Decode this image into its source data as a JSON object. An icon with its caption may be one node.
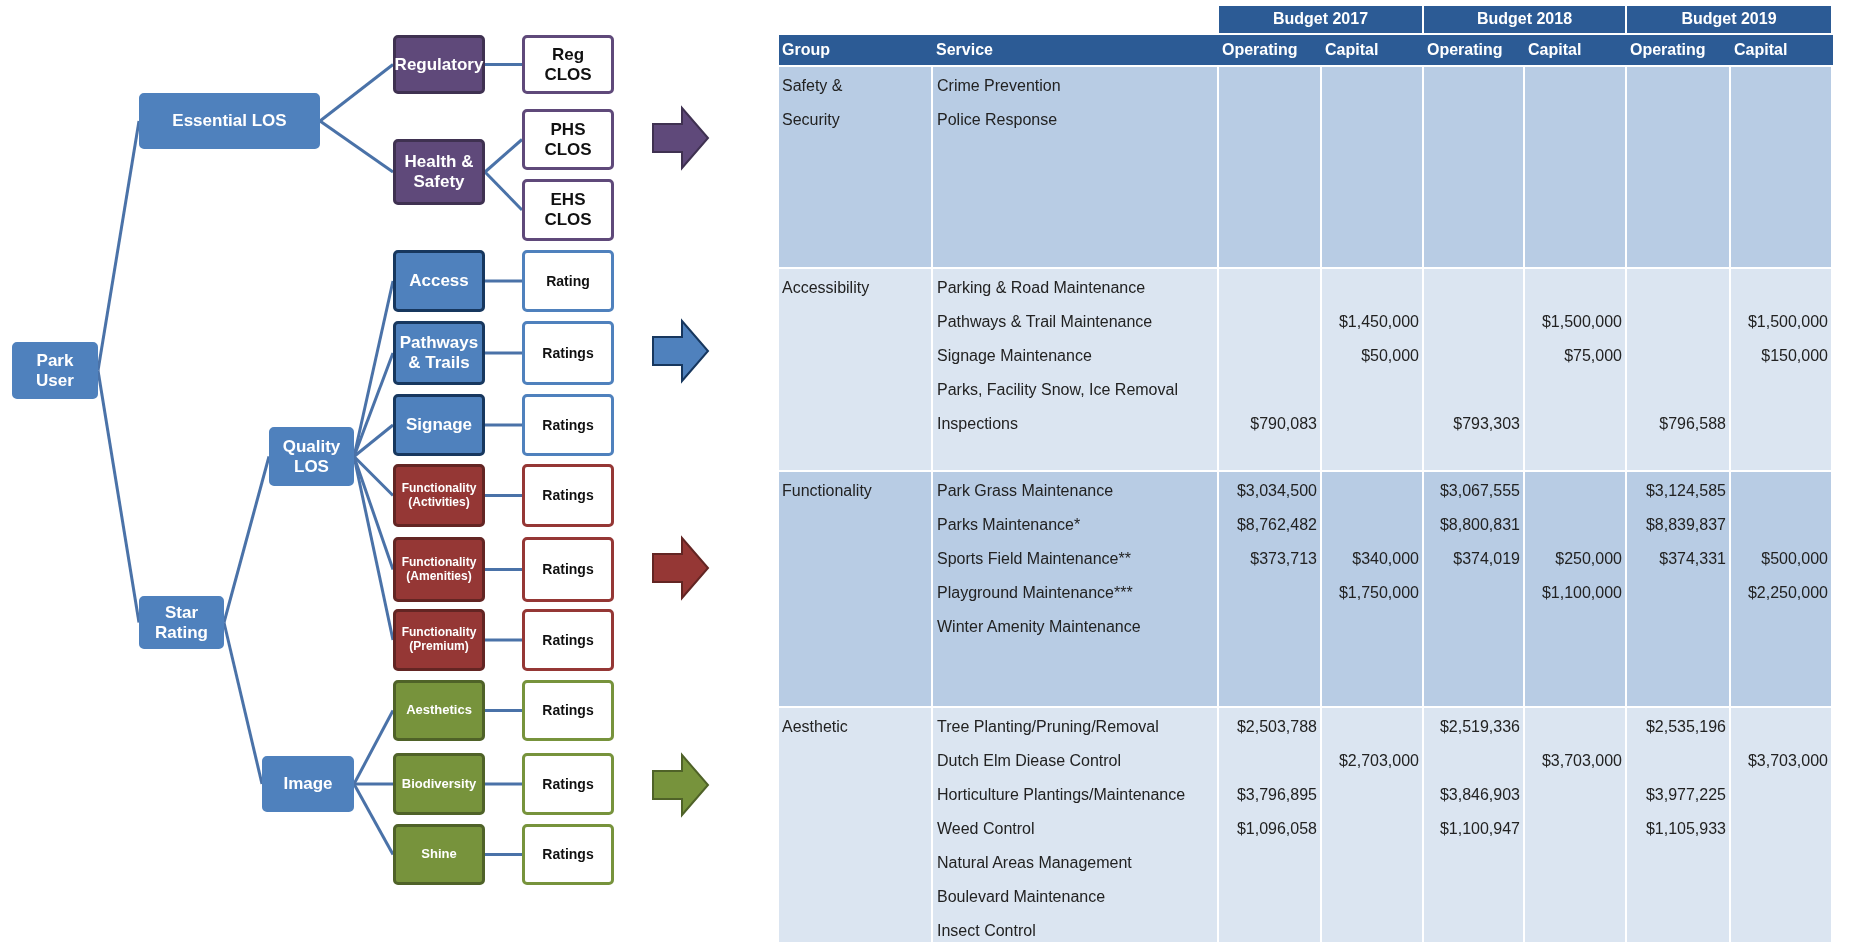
{
  "diagram": {
    "nodes": [
      {
        "text": [
          "Park User"
        ]
      },
      {
        "text": [
          "Essential LOS"
        ]
      },
      {
        "text": [
          "Regulatory"
        ]
      },
      {
        "text": [
          "Reg CLOS"
        ]
      },
      {
        "text": [
          "Health & Safety"
        ]
      },
      {
        "text": [
          "PHS CLOS"
        ]
      },
      {
        "text": [
          "EHS CLOS"
        ]
      },
      {
        "text": [
          "Star Rating"
        ]
      },
      {
        "text": [
          "Quality LOS"
        ]
      },
      {
        "text": [
          "Access"
        ]
      },
      {
        "text": [
          "Rating"
        ]
      },
      {
        "text": [
          "Pathways & Trails"
        ]
      },
      {
        "text": [
          "Ratings"
        ]
      },
      {
        "text": [
          "Signage"
        ]
      },
      {
        "text": [
          "Ratings"
        ]
      },
      {
        "text": [
          "Functionality (Activities)"
        ]
      },
      {
        "text": [
          "Ratings"
        ]
      },
      {
        "text": [
          "Functionality (Amenities)"
        ]
      },
      {
        "text": [
          "Ratings"
        ]
      },
      {
        "text": [
          "Functionality (Premium)"
        ]
      },
      {
        "text": [
          "Ratings"
        ]
      },
      {
        "text": [
          "Image"
        ]
      },
      {
        "text": [
          "Aesthetics"
        ]
      },
      {
        "text": [
          "Ratings"
        ]
      },
      {
        "text": [
          "Biodiversity"
        ]
      },
      {
        "text": [
          "Ratings"
        ]
      },
      {
        "text": [
          "Shine"
        ]
      },
      {
        "text": [
          "Ratings"
        ]
      }
    ],
    "edges": [
      {
        "from": 0,
        "to": 1,
        "arrow": "none"
      },
      {
        "from": 0,
        "to": 7,
        "arrow": "none"
      },
      {
        "from": 1,
        "to": 2,
        "arrow": "none"
      },
      {
        "from": 1,
        "to": 4,
        "arrow": "none"
      },
      {
        "from": 2,
        "to": 3,
        "arrow": "none"
      },
      {
        "from": 4,
        "to": 5,
        "arrow": "none"
      },
      {
        "from": 4,
        "to": 6,
        "arrow": "none"
      },
      {
        "from": 7,
        "to": 8,
        "arrow": "none"
      },
      {
        "from": 7,
        "to": 21,
        "arrow": "none"
      },
      {
        "from": 8,
        "to": 9,
        "arrow": "none"
      },
      {
        "from": 8,
        "to": 11,
        "arrow": "none"
      },
      {
        "from": 8,
        "to": 13,
        "arrow": "none"
      },
      {
        "from": 8,
        "to": 15,
        "arrow": "none"
      },
      {
        "from": 8,
        "to": 17,
        "arrow": "none"
      },
      {
        "from": 8,
        "to": 19,
        "arrow": "none"
      },
      {
        "from": 9,
        "to": 10,
        "arrow": "none"
      },
      {
        "from": 11,
        "to": 12,
        "arrow": "none"
      },
      {
        "from": 13,
        "to": 14,
        "arrow": "none"
      },
      {
        "from": 15,
        "to": 16,
        "arrow": "none"
      },
      {
        "from": 17,
        "to": 18,
        "arrow": "none"
      },
      {
        "from": 19,
        "to": 20,
        "arrow": "none"
      },
      {
        "from": 21,
        "to": 22,
        "arrow": "none"
      },
      {
        "from": 21,
        "to": 24,
        "arrow": "none"
      },
      {
        "from": 21,
        "to": 26,
        "arrow": "none"
      },
      {
        "from": 22,
        "to": 23,
        "arrow": "none"
      },
      {
        "from": 24,
        "to": 25,
        "arrow": "none"
      },
      {
        "from": 26,
        "to": 27,
        "arrow": "none"
      }
    ],
    "labels": [
      "Budget 2017",
      "Budget 2018",
      "Budget 2019",
      "Group",
      "Service",
      "Operating",
      "Capital",
      "Operating",
      "Capital",
      "Operating",
      "Capital",
      "Safety & Security",
      "Crime Prevention",
      "Police Response",
      "Accessibility",
      "Parking & Road Maintenance",
      "Pathways & Trail Maintenance",
      "$1,450,000",
      "$1,500,000",
      "$1,500,000",
      "Signage Maintenance",
      "$50,000",
      "$75,000",
      "$150,000",
      "Parks, Facility Snow, Ice Removal",
      "Inspections",
      "$790,083",
      "$793,303",
      "$796,588",
      "Functionality",
      "Park Grass Maintenance",
      "$3,034,500",
      "$3,067,555",
      "$3,124,585",
      "Parks Maintenance*",
      "$8,762,482",
      "$8,800,831",
      "$8,839,837",
      "Sports Field Maintenance**",
      "$373,713",
      "$340,000",
      "$374,019",
      "$250,000",
      "$374,331",
      "$500,000",
      "Playground Maintenance***",
      "$1,750,000",
      "$1,100,000",
      "$2,250,000",
      "Winter Amenity Maintenance",
      "Aesthetic",
      "Tree Planting/Pruning/Removal",
      "$2,503,788",
      "$2,519,336",
      "$2,535,196",
      "Dutch Elm Diease Control",
      "$2,703,000",
      "$3,703,000",
      "$3,703,000",
      "Horticulture Plantings/Maintenance",
      "$3,796,895",
      "$3,846,903",
      "$3,977,225",
      "Weed Control",
      "$1,096,058",
      "$1,100,947",
      "$1,105,933",
      "Natural Areas Management",
      "Boulevard Maintenance",
      "Insect Control"
    ]
  }
}
